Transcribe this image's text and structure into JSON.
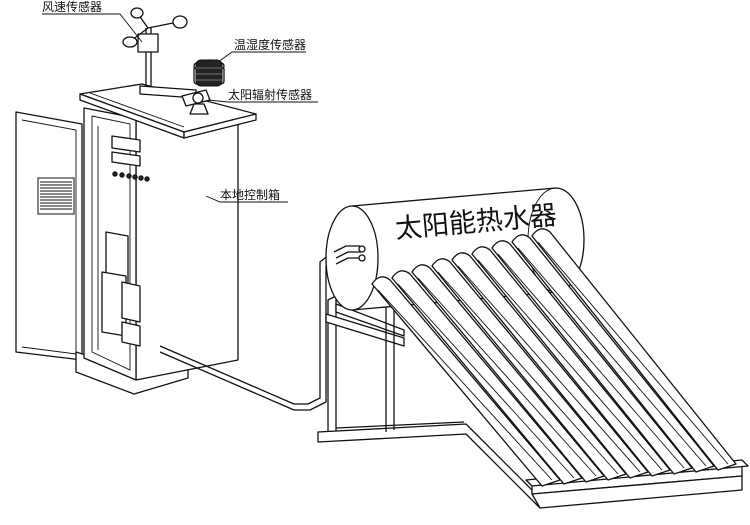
{
  "labels": {
    "wind_speed_sensor": "风速传感器",
    "temp_humidity_sensor": "温湿度传感器",
    "solar_radiation_sensor": "太阳辐射传感器",
    "local_control_box": "本地控制箱",
    "solar_water_heater": "太阳能热水器"
  }
}
